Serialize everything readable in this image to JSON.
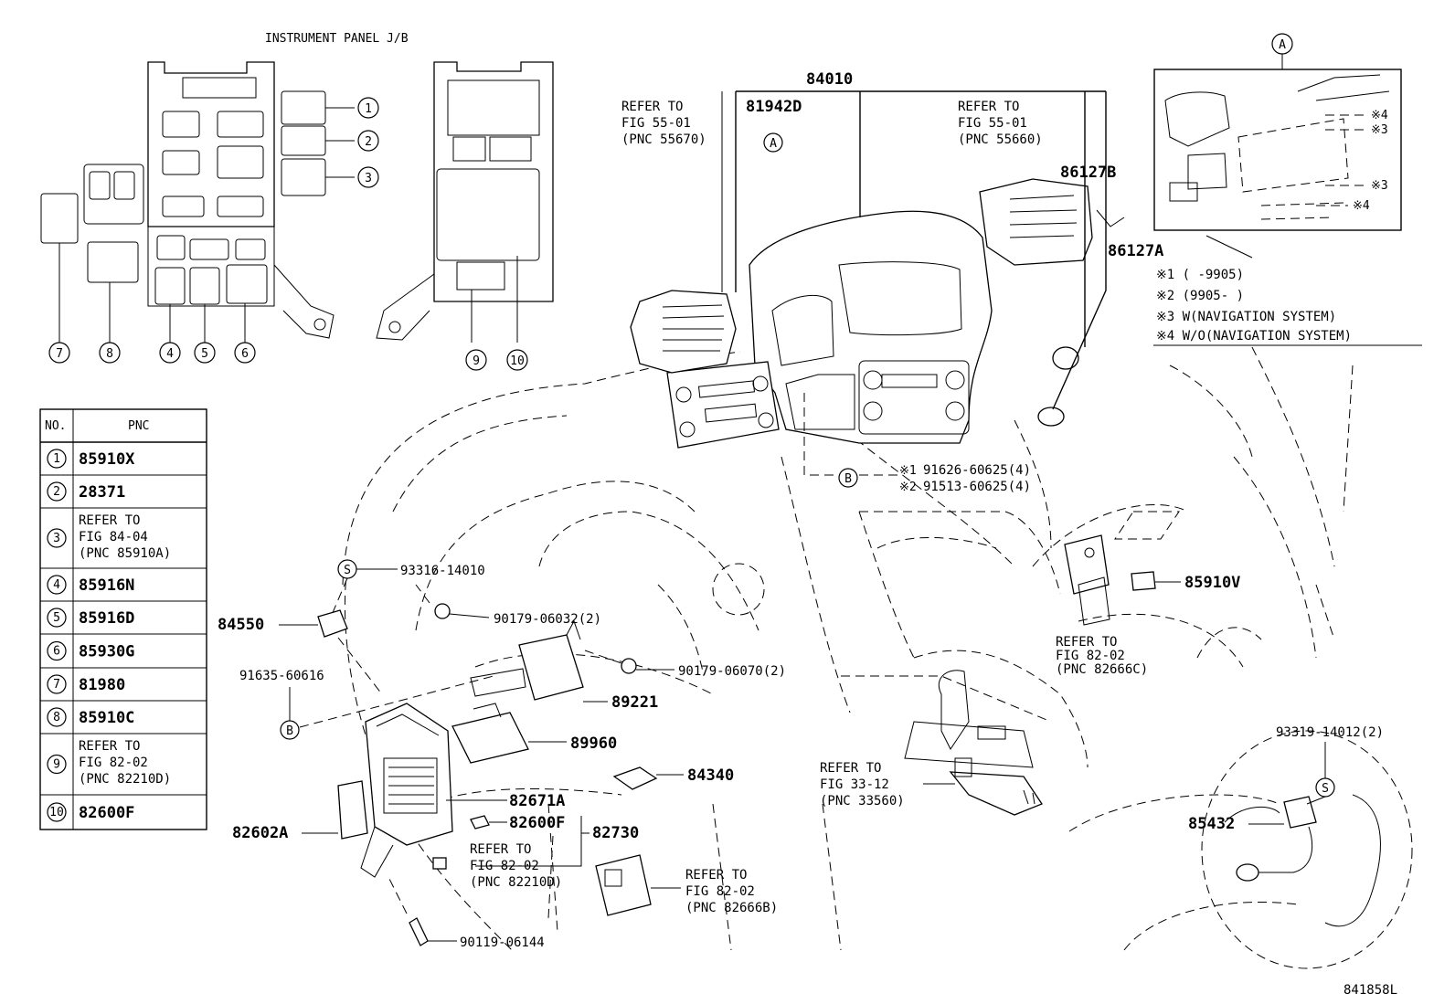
{
  "header": {
    "title": "INSTRUMENT PANEL J/B",
    "figure_code": "841858L"
  },
  "jb_callouts": [
    "1",
    "2",
    "3",
    "4",
    "5",
    "6",
    "7",
    "8",
    "9",
    "10"
  ],
  "pnc_table": {
    "col_no": "NO.",
    "col_pnc": "PNC",
    "rows": [
      {
        "no": "1",
        "lines": [
          "85910X"
        ]
      },
      {
        "no": "2",
        "lines": [
          "28371"
        ]
      },
      {
        "no": "3",
        "lines": [
          "REFER TO",
          "FIG 84-04",
          "(PNC 85910A)"
        ]
      },
      {
        "no": "4",
        "lines": [
          "85916N"
        ]
      },
      {
        "no": "5",
        "lines": [
          "85916D"
        ]
      },
      {
        "no": "6",
        "lines": [
          "85930G"
        ]
      },
      {
        "no": "7",
        "lines": [
          "81980"
        ]
      },
      {
        "no": "8",
        "lines": [
          "85910C"
        ]
      },
      {
        "no": "9",
        "lines": [
          "REFER TO",
          "FIG 82-02",
          "(PNC 82210D)"
        ]
      },
      {
        "no": "10",
        "lines": [
          "82600F"
        ]
      }
    ]
  },
  "labels": {
    "p84010": "84010",
    "p81942D": "81942D",
    "circA": "A",
    "p86127B": "86127B",
    "p86127A": "86127A",
    "p85910V": "85910V",
    "p84550": "84550",
    "p93316": "93316-14010",
    "p90179a": "90179-06032(2)",
    "p90179b": "90179-06070(2)",
    "p91635": "91635-60616",
    "p89221": "89221",
    "p89960": "89960",
    "p84340": "84340",
    "p82671A": "82671A",
    "p82600F": "82600F",
    "p82730": "82730",
    "p82602A": "82602A",
    "p90119": "90119-06144",
    "p85432": "85432",
    "p93319": "93319-14012(2)",
    "circB": "B",
    "circS": "S",
    "note1_mark": "※1",
    "note1_part": "91626-60625(4)",
    "note2_mark": "※2",
    "note2_part": "91513-60625(4)"
  },
  "refs": {
    "vent_left": [
      "REFER TO",
      "FIG 55-01",
      "(PNC 55670)"
    ],
    "vent_right": [
      "REFER TO",
      "FIG 55-01",
      "(PNC 55660)"
    ],
    "switch_r": [
      "REFER TO",
      "FIG 82-02",
      "(PNC 82666C)"
    ],
    "shift": [
      "REFER TO",
      "FIG 33-12",
      "(PNC 33560)"
    ],
    "jb_mid": [
      "REFER TO",
      "FIG 82-02",
      "(PNC 82210D)"
    ],
    "relay_b": [
      "REFER TO",
      "FIG 82-02",
      "(PNC 82666B)"
    ]
  },
  "inset": {
    "label": "A",
    "marks": [
      "※4",
      "※3",
      "※3",
      "※4"
    ],
    "notes": [
      "※1 (      -9905)",
      "※2 (9905-      )",
      "※3 W(NAVIGATION SYSTEM)",
      "※4 W/O(NAVIGATION SYSTEM)"
    ]
  }
}
